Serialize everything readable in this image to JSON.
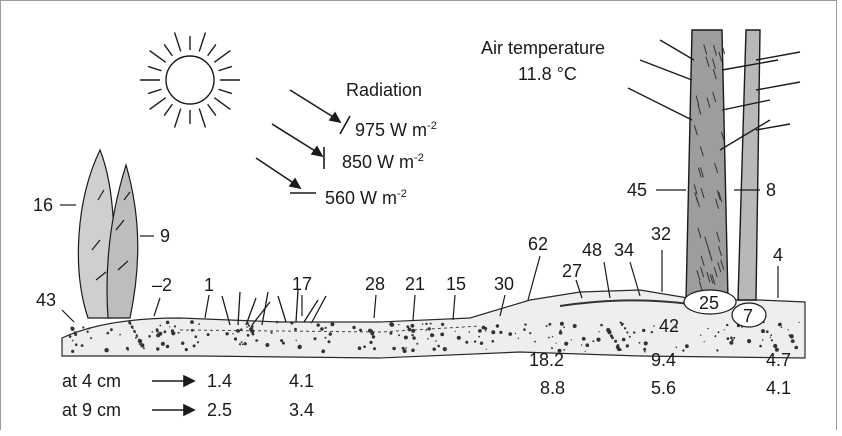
{
  "air_temperature": {
    "label": "Air temperature",
    "value": "11.8 °C"
  },
  "radiation": {
    "label": "Radiation",
    "values": [
      "975 W m",
      "850 W m",
      "560 W m"
    ],
    "exponent": "-2"
  },
  "temperatures": {
    "bush_top": "16",
    "bush_side": "9",
    "bush_base": "43",
    "ground_1": "–2",
    "ground_2": "1",
    "shrub": "17",
    "gravel_1": "28",
    "gravel_2": "21",
    "gravel_3": "15",
    "slope_1": "30",
    "slope_2": "62",
    "slope_3": "27",
    "moss_1": "48",
    "moss_2": "34",
    "trunk_base": "32",
    "tree_trunk_sunlit": "45",
    "tree_trunk_shaded": "8",
    "root_1": "25",
    "root_2": "42",
    "root_3": "7",
    "right_edge": "4"
  },
  "soil": {
    "rows": [
      {
        "label": "at 4 cm",
        "values": [
          "1.4",
          "4.1",
          "18.2",
          "9.4",
          "4.7"
        ]
      },
      {
        "label": "at 9 cm",
        "values": [
          "2.5",
          "3.4",
          "8.8",
          "5.6",
          "4.1"
        ]
      }
    ]
  }
}
